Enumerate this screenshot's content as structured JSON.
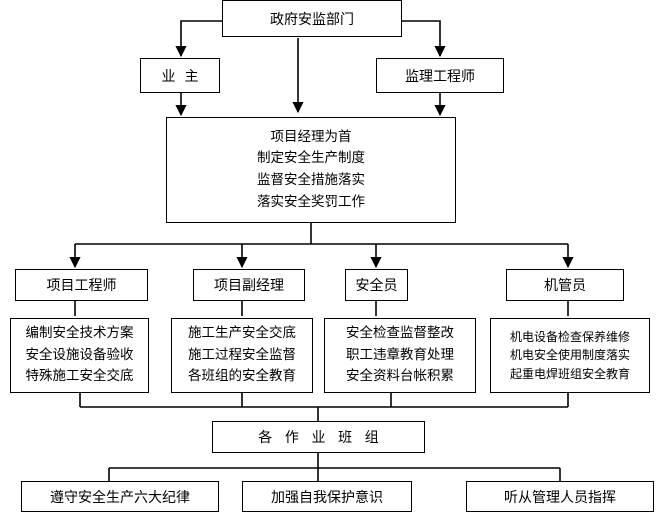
{
  "top": "政府安监部门",
  "owner": "业  主",
  "supervisor": "监理工程师",
  "manager": {
    "lines": [
      "项目经理为首",
      "制定安全生产制度",
      "监督安全措施落实",
      "落实安全奖罚工作"
    ]
  },
  "roles": [
    {
      "title": "项目工程师",
      "duties": [
        "编制安全技术方案",
        "安全设施设备验收",
        "特殊施工安全交底"
      ]
    },
    {
      "title": "项目副经理",
      "duties": [
        "施工生产安全交底",
        "施工过程安全监督",
        "各班组的安全教育"
      ]
    },
    {
      "title": "安全员",
      "duties": [
        "安全检查监督整改",
        "职工违章教育处理",
        "安全资料台帐积累"
      ]
    },
    {
      "title": "机管员",
      "duties": [
        "机电设备检查保养维修",
        "机电安全使用制度落实",
        "起重电焊班组安全教育"
      ]
    }
  ],
  "teams": "各作业班组",
  "outcomes": [
    "遵守安全生产六大纪律",
    "加强自我保护意识",
    "听从管理人员指挥"
  ]
}
